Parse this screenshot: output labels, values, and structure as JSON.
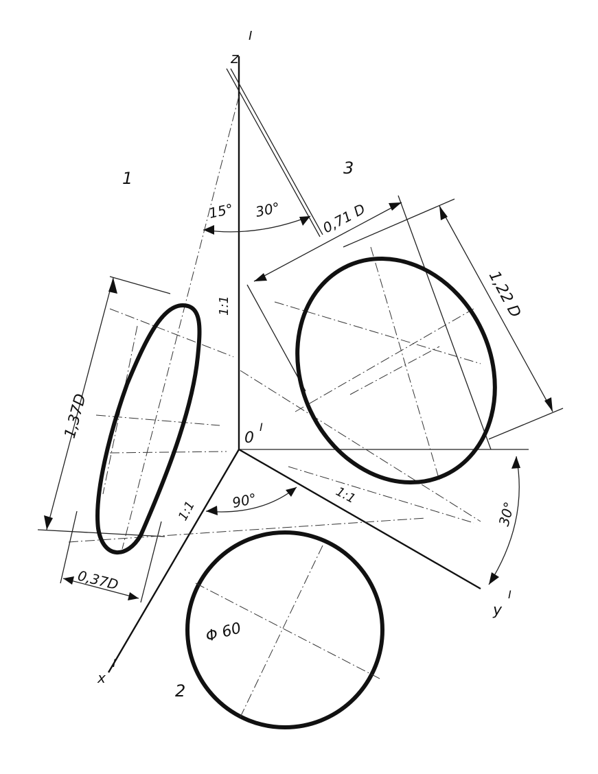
{
  "axes": {
    "z": "z",
    "z_prime": "I",
    "origin": "0",
    "origin_prime": "I",
    "x": "x",
    "x_prime": "I",
    "y": "y",
    "y_prime": "I"
  },
  "views": {
    "view_1": "1",
    "view_2": "2",
    "view_3": "3"
  },
  "scales": {
    "z_axis": "1:1",
    "x_axis": "1:1",
    "y_axis": "1:1"
  },
  "angles": {
    "a15": "15°",
    "a30_top": "30°",
    "a90": "90°",
    "a30_right": "30°"
  },
  "dimensions": {
    "major_1": "1,37D",
    "minor_1": "0,37D",
    "minor_3": "0,71 D",
    "major_3": "1,22 D",
    "circle_2": "Φ 60"
  }
}
